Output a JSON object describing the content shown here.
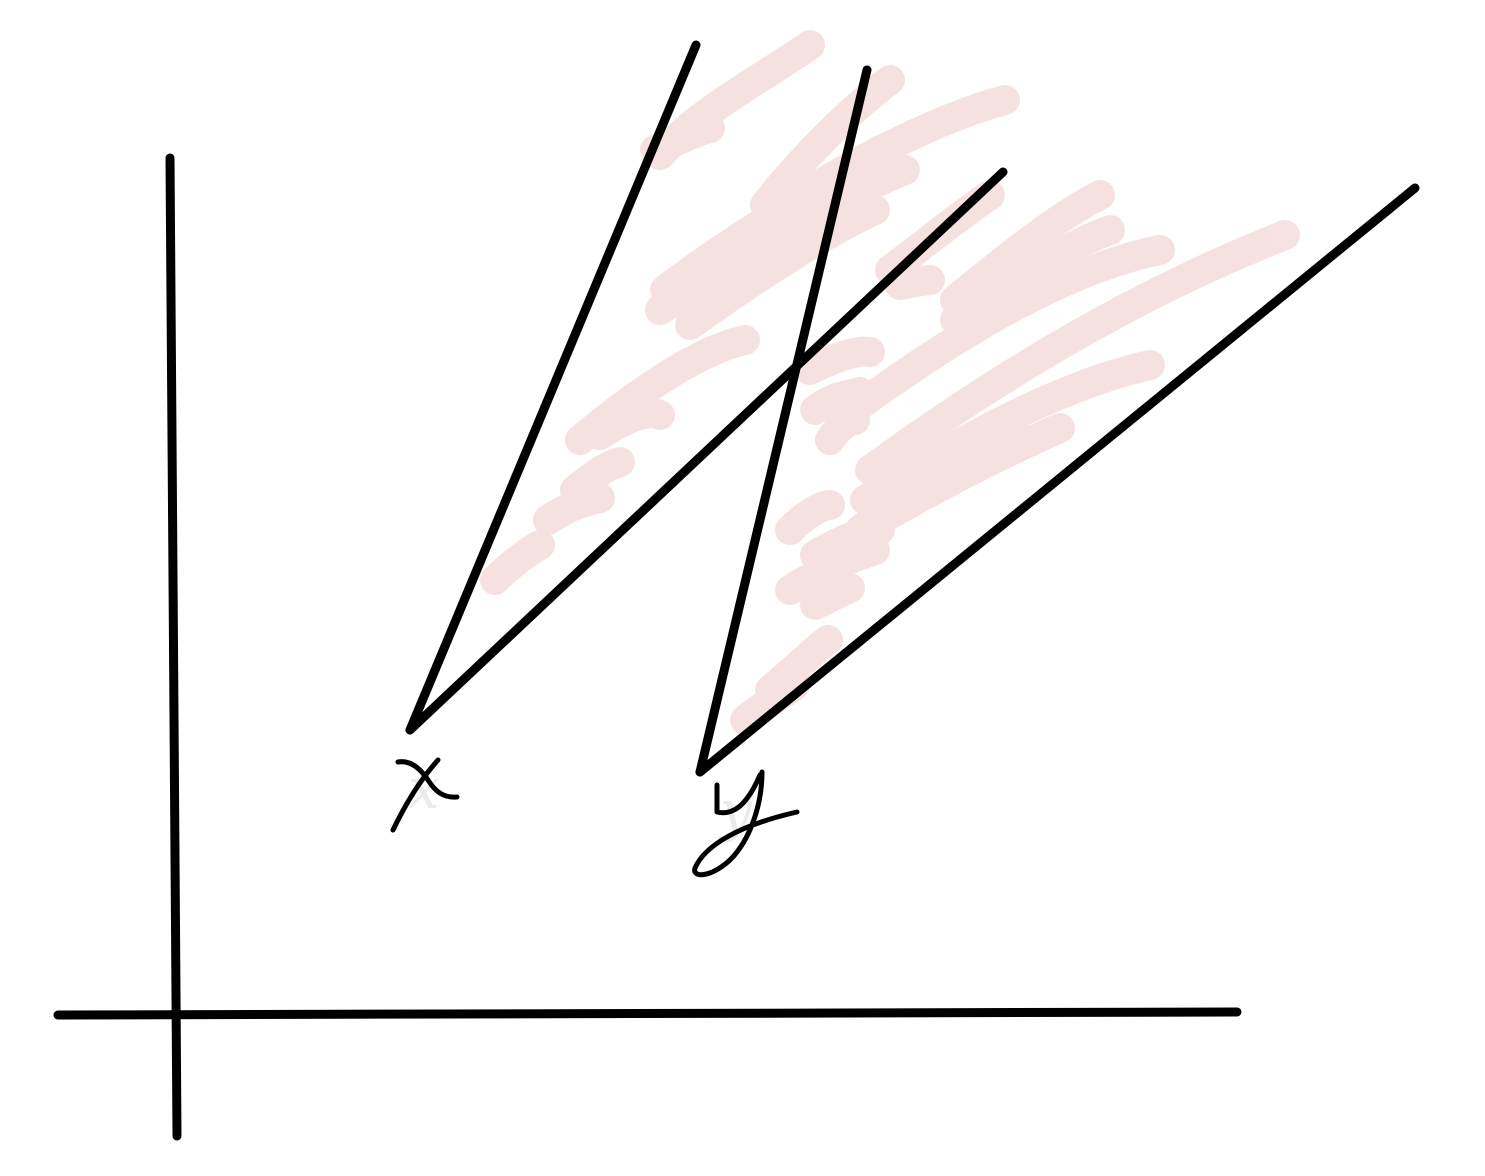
{
  "diagram": {
    "stroke_color": "#000000",
    "shading_color": "#e8b3b3",
    "points": [
      {
        "id": "x",
        "label": "x"
      },
      {
        "id": "y",
        "label": "y"
      }
    ]
  }
}
